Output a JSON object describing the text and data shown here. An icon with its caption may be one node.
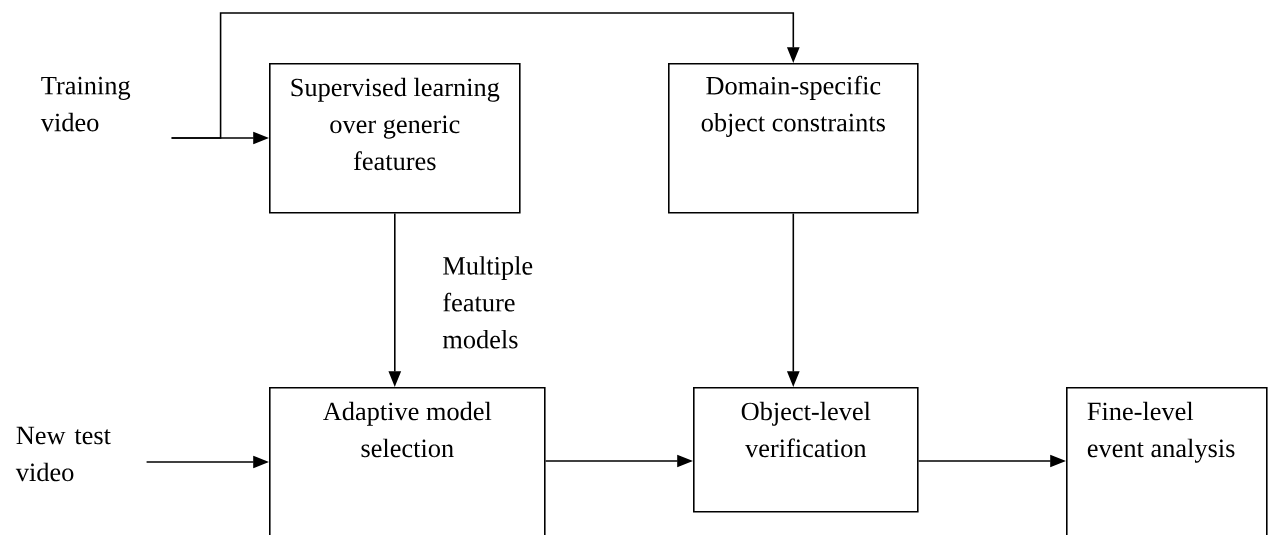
{
  "diagram": {
    "nodes": [
      {
        "text": [
          "Training video"
        ]
      },
      {
        "text": [
          "Supervised learning over generic features"
        ]
      },
      {
        "text": [
          "Domain-specific object constraints"
        ]
      },
      {
        "text": [
          "New test video"
        ]
      },
      {
        "text": [
          "Adaptive model selection"
        ]
      },
      {
        "text": [
          "Object-level verification"
        ]
      },
      {
        "text": [
          "Fine-level event analysis"
        ]
      }
    ],
    "edges": [
      {
        "from": 0,
        "to": 1,
        "arrow": "to"
      },
      {
        "from": 0,
        "to": 2,
        "arrow": "to"
      },
      {
        "from": 1,
        "to": 4,
        "arrow": "to",
        "label": "Multiple feature models"
      },
      {
        "from": 2,
        "to": 5,
        "arrow": "to"
      },
      {
        "from": 3,
        "to": 4,
        "arrow": "to"
      },
      {
        "from": 4,
        "to": 5,
        "arrow": "to"
      },
      {
        "from": 5,
        "to": 6,
        "arrow": "to"
      }
    ]
  }
}
